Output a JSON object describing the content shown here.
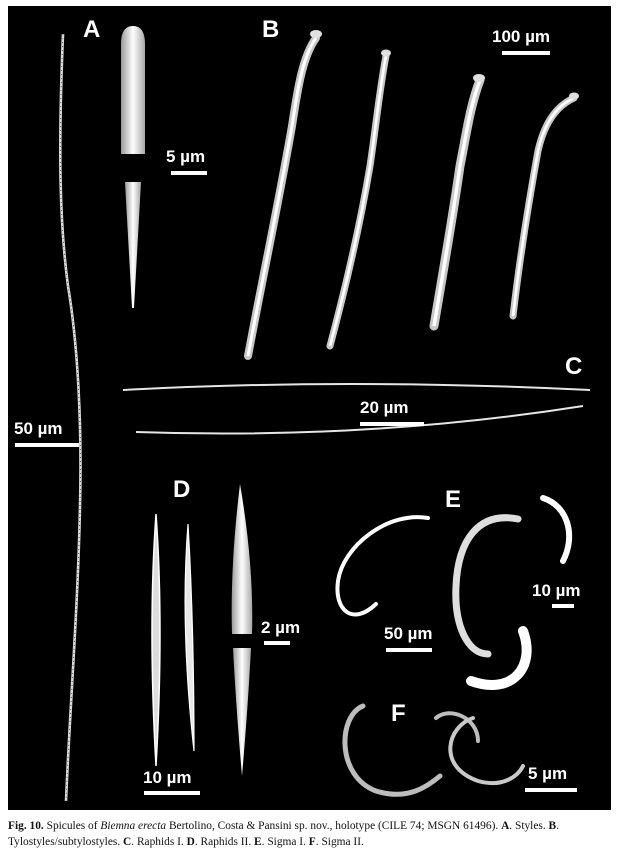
{
  "figure": {
    "panels": {
      "A": {
        "letter": "A",
        "scale_labels": [
          "5 µm",
          "50 µm"
        ]
      },
      "B": {
        "letter": "B",
        "scale_labels": [
          "100 µm"
        ]
      },
      "C": {
        "letter": "C",
        "scale_labels": [
          "20 µm"
        ]
      },
      "D": {
        "letter": "D",
        "scale_labels": [
          "2 µm",
          "10 µm"
        ]
      },
      "E": {
        "letter": "E",
        "scale_labels": [
          "10 µm",
          "50 µm"
        ]
      },
      "F": {
        "letter": "F",
        "scale_labels": [
          "5 µm"
        ]
      }
    }
  },
  "caption": {
    "label": "Fig. 10.",
    "pre_species": " Spicules of ",
    "species": "Biemna erecta",
    "post_species": " Bertolino, Costa & Pansini sp. nov., holotype (CILE 74; MSGN 61496). ",
    "items": [
      {
        "key": "A",
        "text": ". Styles. "
      },
      {
        "key": "B",
        "text": ". Tylostyles/subtylostyles. "
      },
      {
        "key": "C",
        "text": ". Raphids I. "
      },
      {
        "key": "D",
        "text": ". Raphids II. "
      },
      {
        "key": "E",
        "text": ". Sigma I. "
      },
      {
        "key": "F",
        "text": ". Sigma II."
      }
    ]
  },
  "colors": {
    "panel_background": "#000000",
    "spicule": "#e6e6e6",
    "text": "#ffffff"
  }
}
